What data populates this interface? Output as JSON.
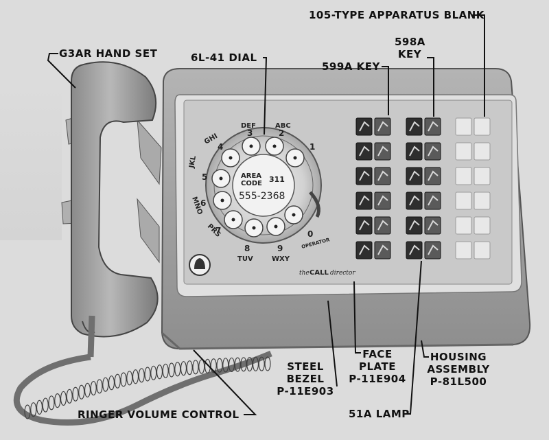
{
  "labels": {
    "handset": "G3AR HAND SET",
    "dial": "6L-41 DIAL",
    "apparatus_blank": "105-TYPE APPARATUS BLANK",
    "key_599a": "599A KEY",
    "key_598a_line1": "598A",
    "key_598a_line2": "KEY",
    "bezel_line1": "STEEL",
    "bezel_line2": "BEZEL",
    "bezel_line3": "P-11E903",
    "faceplate_line1": "FACE",
    "faceplate_line2": "PLATE",
    "faceplate_line3": "P-11E904",
    "housing_line1": "HOUSING",
    "housing_line2": "ASSEMBLY",
    "housing_line3": "P-81L500",
    "lamp": "51A LAMP",
    "ringer": "RINGER VOLUME CONTROL"
  },
  "dial": {
    "area_line1": "AREA",
    "area_line2": "CODE",
    "area_code": "311",
    "number": "555-2368",
    "letters": {
      "abc": "ABC",
      "def": "DEF",
      "ghi": "GHI",
      "jkl": "JKL",
      "mno": "MNO",
      "prs": "PRS",
      "tuv": "TUV",
      "wxy": "WXY",
      "oper": "OPERATOR"
    },
    "digits": {
      "d1": "1",
      "d2": "2",
      "d3": "3",
      "d4": "4",
      "d5": "5",
      "d6": "6",
      "d7": "7",
      "d8": "8",
      "d9": "9",
      "d0": "0"
    }
  },
  "brand": {
    "the": "the",
    "call": "CALL",
    "director": "director"
  },
  "colors": {
    "housing": "#a9a9a9",
    "faceplate": "#c8c8c8",
    "bezel": "#e2e2e2",
    "text": "#111111"
  }
}
